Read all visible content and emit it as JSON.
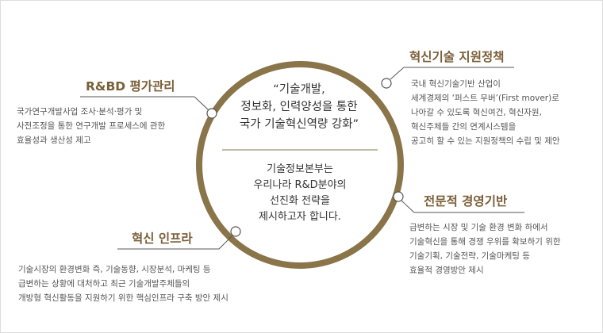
{
  "center": {
    "quote_lines": [
      "“기술개발,",
      "정보화, 인력양성을 통한",
      "국가 기술혁신역량 강화”"
    ],
    "body_lines": [
      "기술정보본부는",
      "우리나라 R&D분야의",
      "선진화 전략을",
      "제시하고자 합니다."
    ]
  },
  "items": {
    "rnd": {
      "title": "R&BD 평가관리",
      "lines": [
        "국가연구개발사업 조사·분석·평가 및",
        "사전조정을 통한 연구개발 프로세스에 관한",
        "효율성과 생산성 제고"
      ]
    },
    "policy": {
      "title": "혁신기술 지원정책",
      "lines": [
        "국내 혁신기술기반 산업이",
        "세계경제의 ‘퍼스트 무버’(First mover)로",
        "나아갈 수 있도록 혁신여건, 혁신자원,",
        "혁신주체들 간의 연계시스템을",
        "공고히 할 수 있는 지원정책의 수립 및 제안"
      ]
    },
    "infra": {
      "title": "혁신 인프라",
      "lines": [
        "기술시장의 환경변화 즉, 기술동향, 시장분석, 마케팅 등",
        "급변하는 상황에 대처하고 최근 기술개발주체들의",
        "개방형 혁신활동을 지원하기 위한 핵심인프라 구축 방안 제시"
      ]
    },
    "management": {
      "title": "전문적 경영기반",
      "lines": [
        "급변하는 시장 및 기술 환경 변화 하에서",
        "기술혁신을 통해 경쟁 우위를 확보하기 위한",
        "기술기획, 기술전략, 기술마케팅 등",
        "효율적 경영방안 제시"
      ]
    }
  },
  "colors": {
    "ring": "#8a7449",
    "heading": "#7a5f38",
    "connector": "#555555",
    "node_fill": "#ffffff"
  }
}
